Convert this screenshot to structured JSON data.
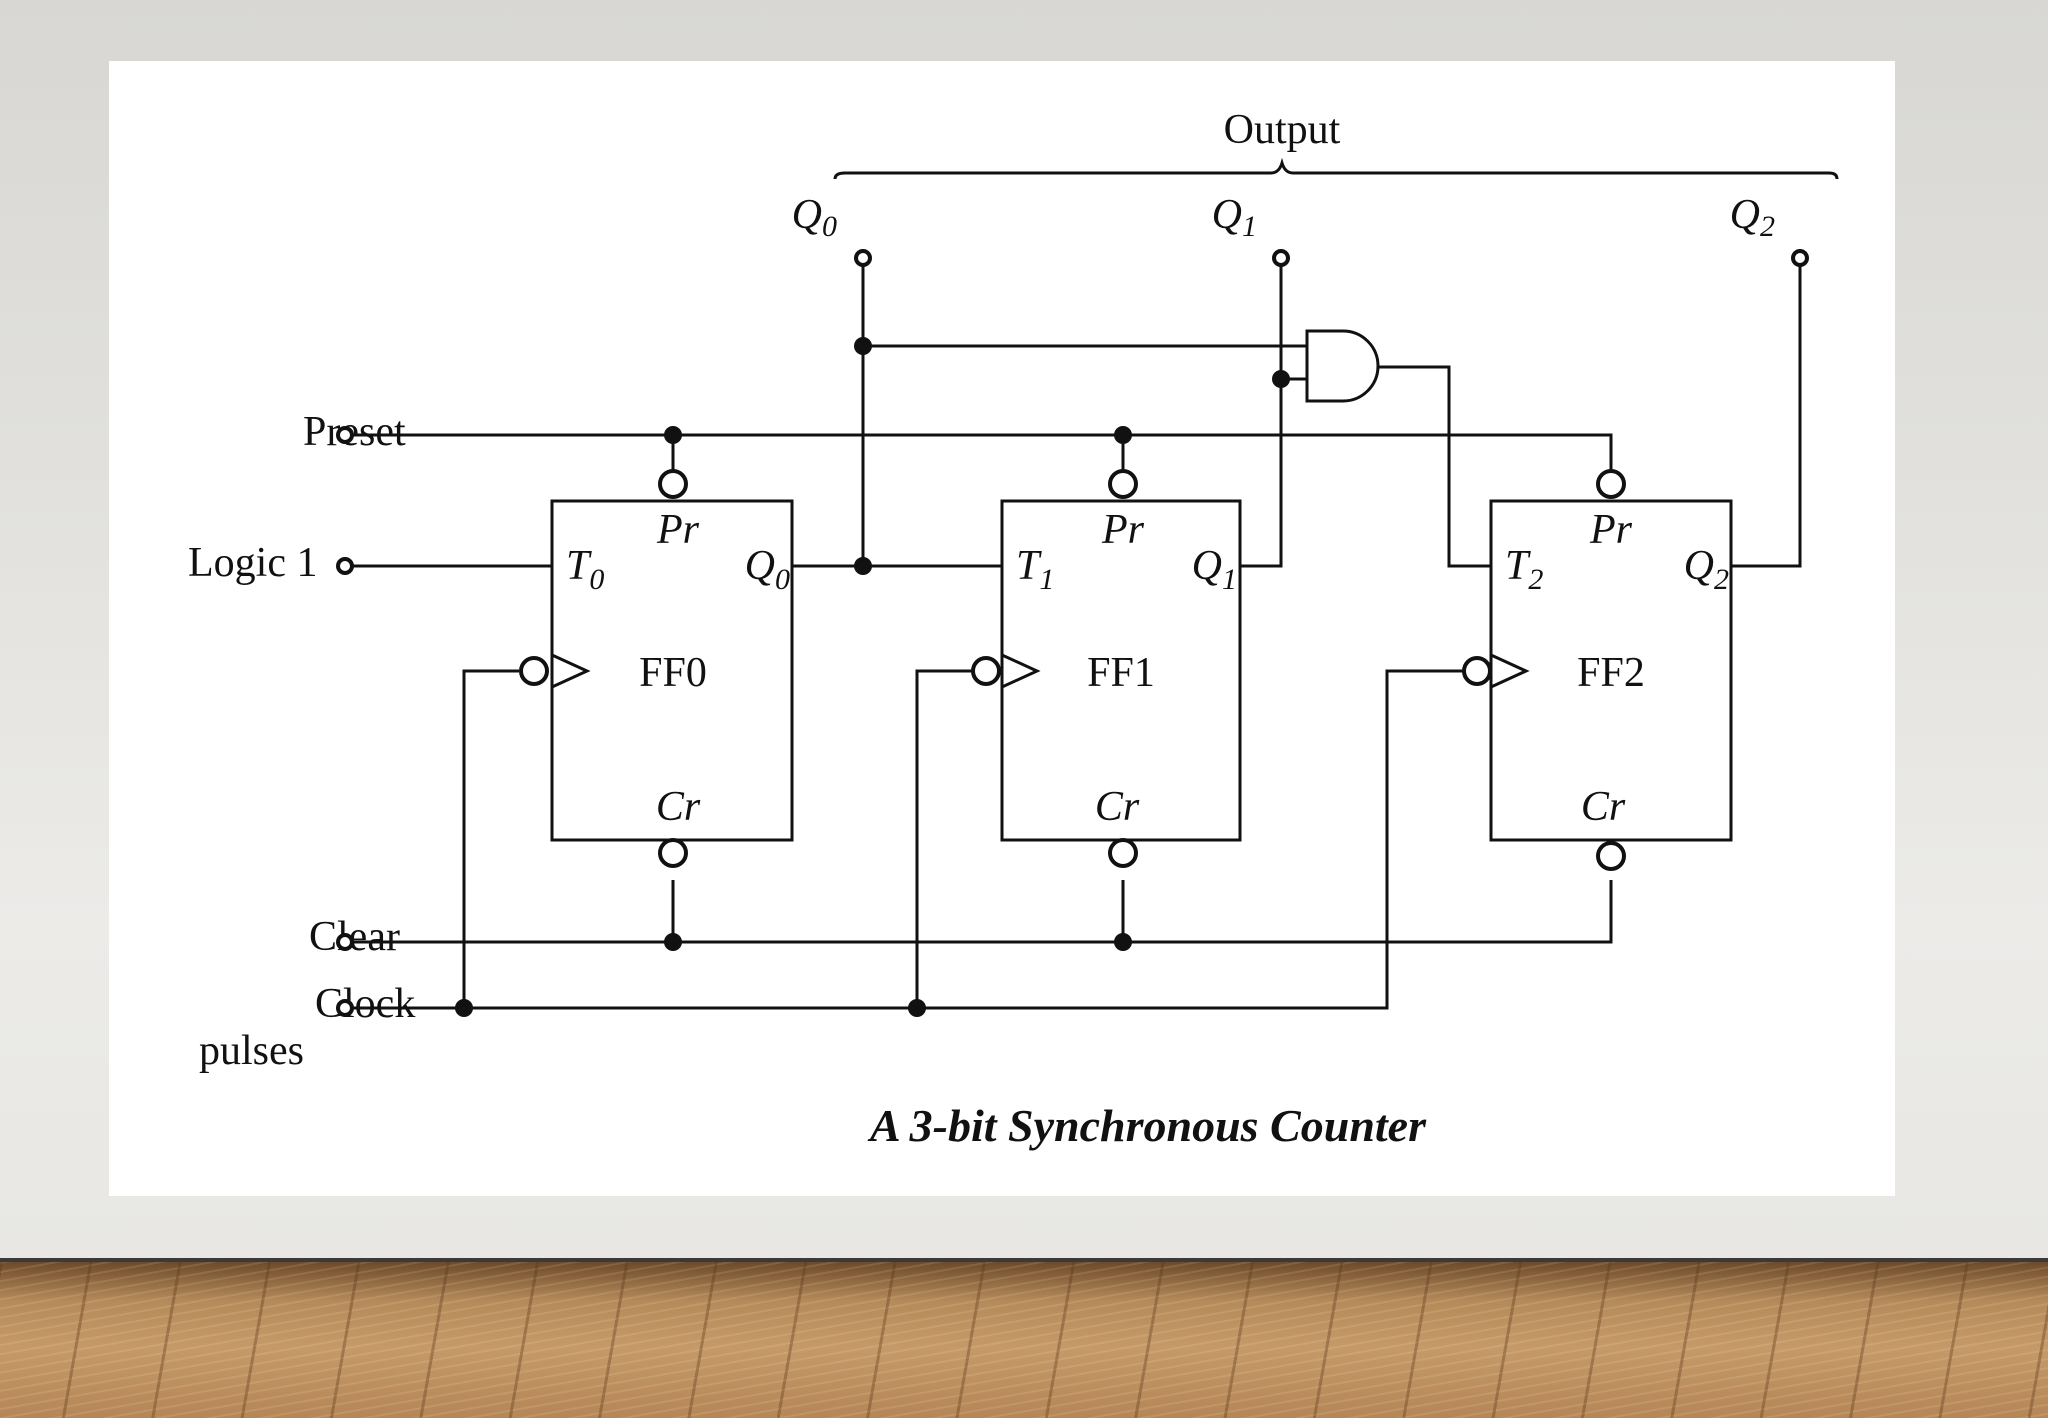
{
  "diagram": {
    "caption": "A 3-bit Synchronous Counter",
    "output_label": "Output",
    "inputs": {
      "preset": "Preset",
      "logic1": "Logic 1",
      "clear": "Clear",
      "clock_line1": "Clock",
      "clock_line2": "pulses"
    },
    "outputs": [
      {
        "name": "Q",
        "sub": "0"
      },
      {
        "name": "Q",
        "sub": "1"
      },
      {
        "name": "Q",
        "sub": "2"
      }
    ],
    "flipflops": [
      {
        "label": "FF0",
        "pr": "Pr",
        "cr": "Cr",
        "t": "T",
        "t_sub": "0",
        "q": "Q",
        "q_sub": "0"
      },
      {
        "label": "FF1",
        "pr": "Pr",
        "cr": "Cr",
        "t": "T",
        "t_sub": "1",
        "q": "Q",
        "q_sub": "1"
      },
      {
        "label": "FF2",
        "pr": "Pr",
        "cr": "Cr",
        "t": "T",
        "t_sub": "2",
        "q": "Q",
        "q_sub": "2"
      }
    ]
  }
}
